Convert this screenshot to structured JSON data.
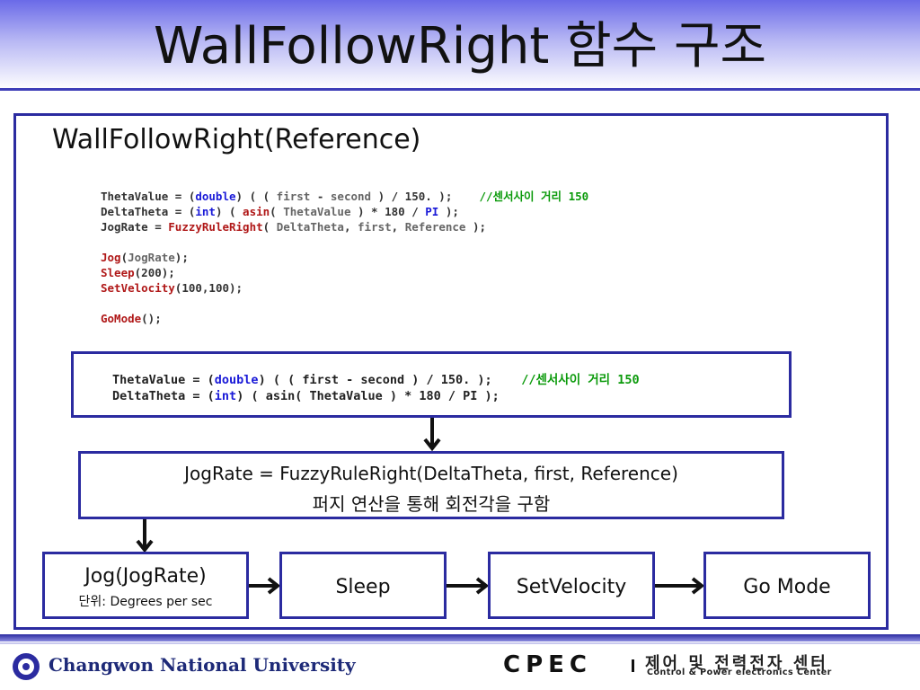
{
  "slide": {
    "title": "WallFollowRight 함수 구조",
    "signature": "WallFollowRight(Reference)"
  },
  "code": {
    "line1_a": "ThetaValue = (",
    "line1_kw": "double",
    "line1_b": ") ( ( ",
    "line1_id1": "first",
    "line1_c": " - ",
    "line1_id2": "second",
    "line1_d": " ) / 150. );",
    "line1_cm": "//센서사이 거리 150",
    "line2_a": "DeltaTheta = (",
    "line2_kw": "int",
    "line2_b": ") ( ",
    "line2_fn": "asin",
    "line2_c": "( ",
    "line2_id": "ThetaValue",
    "line2_d": " ) * 180 / ",
    "line2_pi": "PI",
    "line2_e": " );",
    "line3_a": "JogRate = ",
    "line3_fn": "FuzzyRuleRight",
    "line3_b": "( ",
    "line3_id1": "DeltaTheta",
    "line3_c": ", ",
    "line3_id2": "first",
    "line3_d": ", ",
    "line3_id3": "Reference",
    "line3_e": " );",
    "line4_fn": "Jog",
    "line4_a": "(",
    "line4_id": "JogRate",
    "line4_b": ");",
    "line5_fn": "Sleep",
    "line5_a": "(200);",
    "line6_fn": "SetVelocity",
    "line6_a": "(100,100);",
    "line7_fn": "GoMode",
    "line7_a": "();"
  },
  "zoom": {
    "line1_a": "ThetaValue = (",
    "line1_kw": "double",
    "line1_b": ") ( ( first - second ) / 150. );",
    "line1_cm": "//센서사이 거리 150",
    "line2_a": "DeltaTheta = (",
    "line2_kw": "int",
    "line2_b": ") ( asin( ThetaValue ) * 180 / PI );"
  },
  "flow": {
    "fuzzy_line1": "JogRate = FuzzyRuleRight(DeltaTheta, first, Reference)",
    "fuzzy_line2": "퍼지 연산을 통해 회전각을 구함",
    "jog_label": "Jog(JogRate)",
    "jog_sub": "단위: Degrees per sec",
    "sleep_label": "Sleep",
    "setvelocity_label": "SetVelocity",
    "gomode_label": "Go Mode"
  },
  "footer": {
    "university": "Changwon National University",
    "cpec_logo": "CPEC",
    "center_kr": "제어 및 전력전자 센터",
    "center_en": "Control & Power electronics Center"
  },
  "colors": {
    "frame": "#2b2ba0",
    "keyword": "#1a1ad8",
    "function": "#b01818",
    "comment": "#0a9a0a"
  }
}
